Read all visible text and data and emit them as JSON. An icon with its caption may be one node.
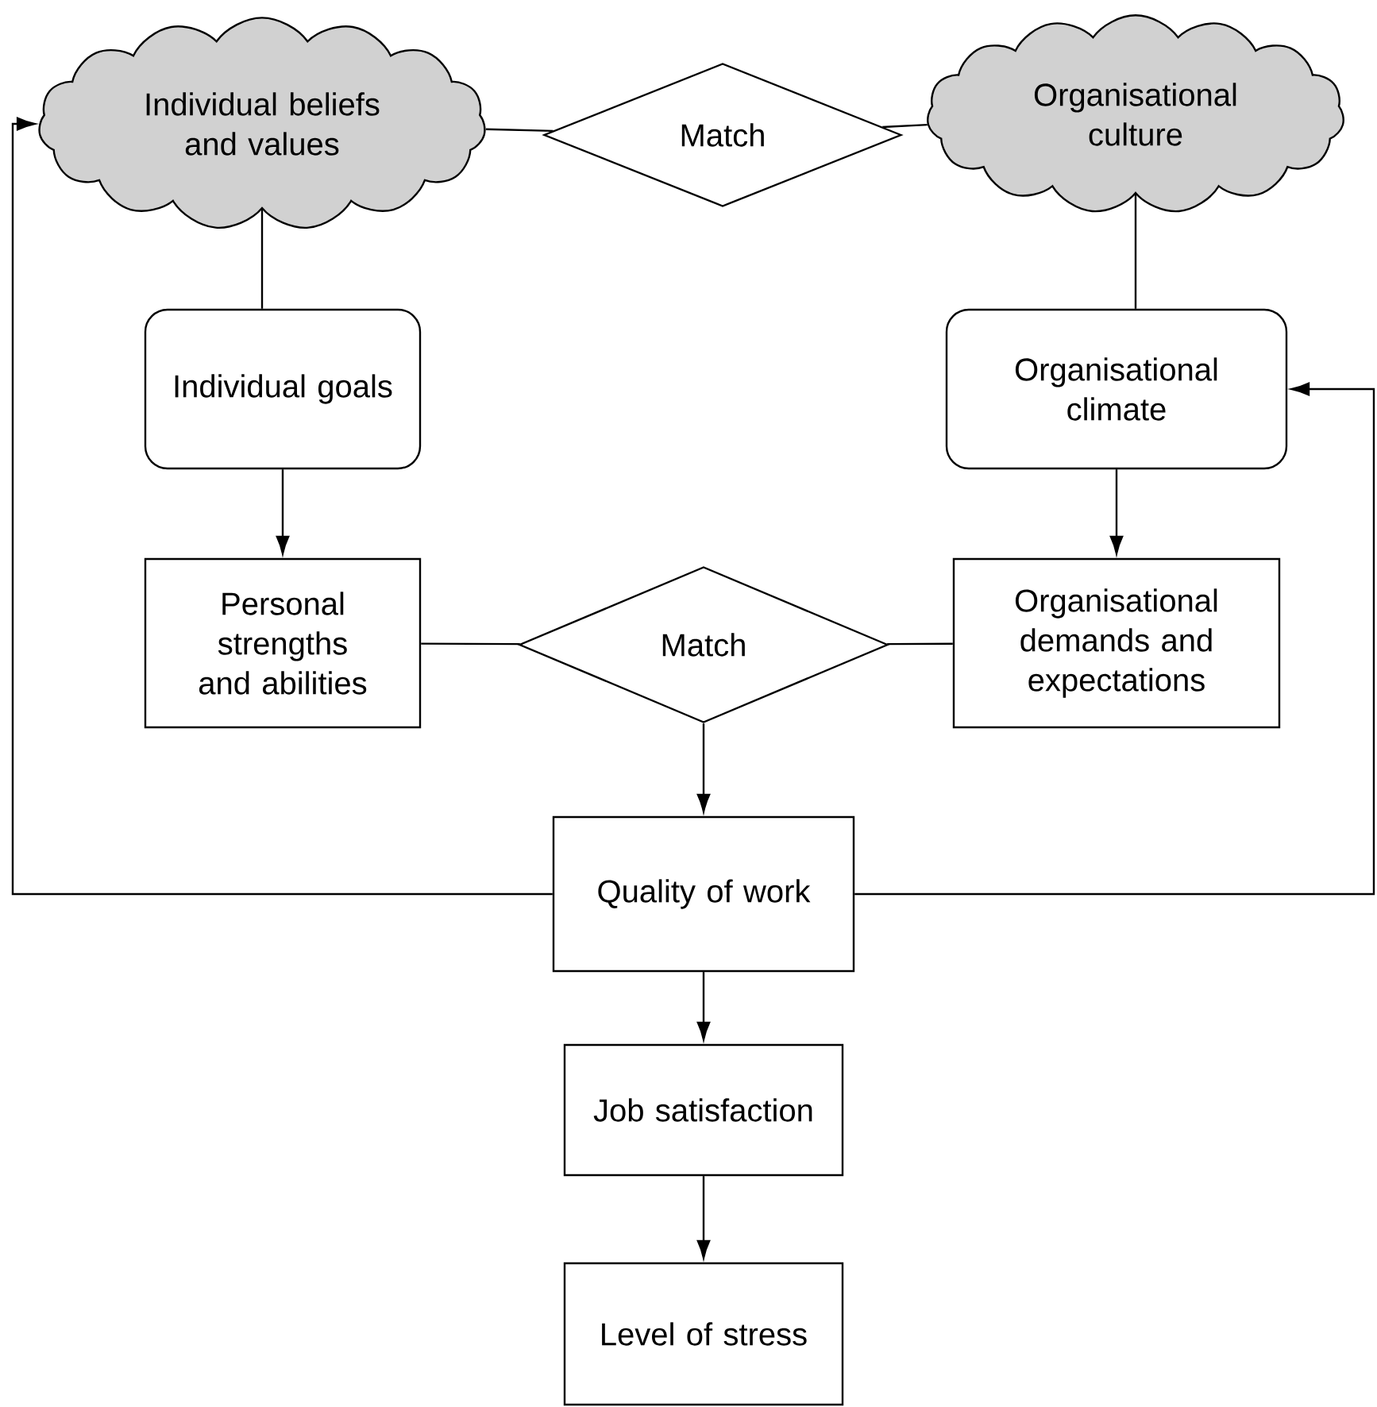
{
  "diagram": {
    "nodes": [
      {
        "text": [
          "Individual beliefs and values"
        ]
      },
      {
        "text": [
          "Match"
        ]
      },
      {
        "text": [
          "Organisational culture"
        ]
      },
      {
        "text": [
          "Individual goals"
        ]
      },
      {
        "text": [
          "Organisational climate"
        ]
      },
      {
        "text": [
          "Personal strengths and abilities"
        ]
      },
      {
        "text": [
          "Match"
        ]
      },
      {
        "text": [
          "Organisational demands and expectations"
        ]
      },
      {
        "text": [
          "Quality of work"
        ]
      },
      {
        "text": [
          "Job satisfaction"
        ]
      },
      {
        "text": [
          "Level of stress"
        ]
      }
    ],
    "edges": [
      {
        "from": 0,
        "to": 1,
        "arrow": "none"
      },
      {
        "from": 1,
        "to": 2,
        "arrow": "none"
      },
      {
        "from": 0,
        "to": 3,
        "arrow": "none"
      },
      {
        "from": 2,
        "to": 4,
        "arrow": "none"
      },
      {
        "from": 3,
        "to": 5,
        "arrow": "to"
      },
      {
        "from": 4,
        "to": 7,
        "arrow": "to"
      },
      {
        "from": 5,
        "to": 6,
        "arrow": "none"
      },
      {
        "from": 6,
        "to": 7,
        "arrow": "none"
      },
      {
        "from": 6,
        "to": 8,
        "arrow": "to"
      },
      {
        "from": 8,
        "to": 9,
        "arrow": "to"
      },
      {
        "from": 9,
        "to": 10,
        "arrow": "to"
      },
      {
        "from": 8,
        "to": 0,
        "arrow": "to"
      },
      {
        "from": 8,
        "to": 4,
        "arrow": "to"
      }
    ]
  }
}
